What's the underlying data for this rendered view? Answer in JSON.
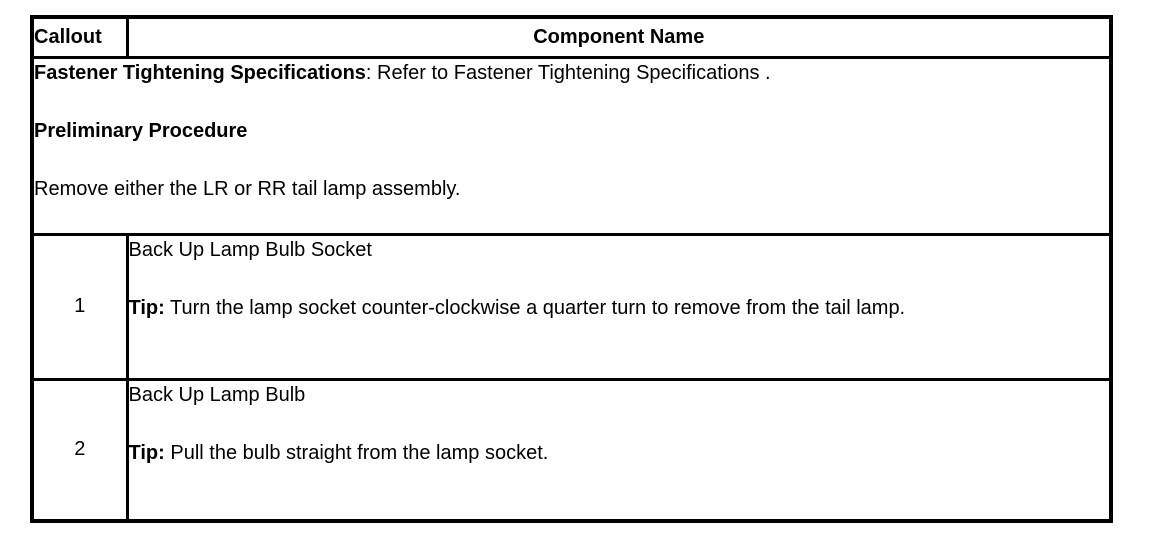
{
  "page": {
    "background_color": "#ffffff",
    "border_color": "#000000",
    "text_color": "#000000"
  },
  "table": {
    "header": {
      "callout_label": "Callout",
      "component_label": "Component Name"
    },
    "preamble": {
      "spec_label": "Fastener Tightening Specifications",
      "spec_rest": ": Refer to Fastener Tightening Specifications .",
      "procedure_heading": "Preliminary Procedure",
      "procedure_text": "Remove either the LR or RR tail lamp assembly."
    },
    "rows": [
      {
        "callout": "1",
        "component_name": "Back Up Lamp Bulb Socket",
        "tip_label": "Tip:",
        "tip_text": "Turn the lamp socket counter-clockwise a quarter turn to remove from the tail lamp."
      },
      {
        "callout": "2",
        "component_name": "Back Up Lamp Bulb",
        "tip_label": "Tip:",
        "tip_text": "Pull the bulb straight from the lamp socket."
      }
    ]
  }
}
